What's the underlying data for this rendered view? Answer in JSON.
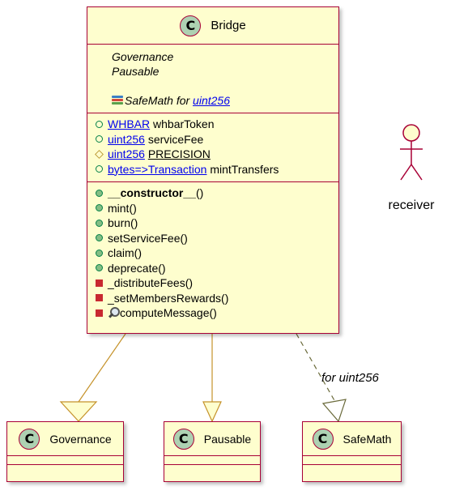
{
  "bridge": {
    "name": "Bridge",
    "stereotypes": [
      "Governance",
      "Pausable"
    ],
    "using": {
      "library": "SafeMath for ",
      "type": "uint256"
    },
    "fields": [
      {
        "visibility": "public",
        "type": "WHBAR",
        "name": "whbarToken"
      },
      {
        "visibility": "public",
        "type": "uint256",
        "name": "serviceFee"
      },
      {
        "visibility": "internal",
        "type": "uint256",
        "name": "PRECISION"
      },
      {
        "visibility": "public",
        "type": "bytes=>Transaction",
        "name": "mintTransfers"
      }
    ],
    "methods": [
      {
        "visibility": "public",
        "name": "__constructor__",
        "suffix": "()"
      },
      {
        "visibility": "public",
        "name": "mint()"
      },
      {
        "visibility": "public",
        "name": "burn()"
      },
      {
        "visibility": "public",
        "name": "setServiceFee()"
      },
      {
        "visibility": "public",
        "name": "claim()"
      },
      {
        "visibility": "public",
        "name": "deprecate()"
      },
      {
        "visibility": "private",
        "name": "_distributeFees()"
      },
      {
        "visibility": "private",
        "name": "_setMembersRewards()"
      },
      {
        "visibility": "private",
        "name": "computeMessage()",
        "icon": "magnifier-icon"
      }
    ]
  },
  "classes": {
    "governance": {
      "name": "Governance"
    },
    "pausable": {
      "name": "Pausable"
    },
    "safemath": {
      "name": "SafeMath"
    }
  },
  "actor": {
    "name": "receiver"
  },
  "edges": {
    "safemath_label": "for uint256"
  },
  "badge_letter": "C",
  "colors": {
    "class_fill": "#fefece",
    "class_border": "#a80036",
    "badge_fill": "#add1b2",
    "arrow": "#c5922a",
    "dashed_arrow": "#6a6a3a"
  }
}
